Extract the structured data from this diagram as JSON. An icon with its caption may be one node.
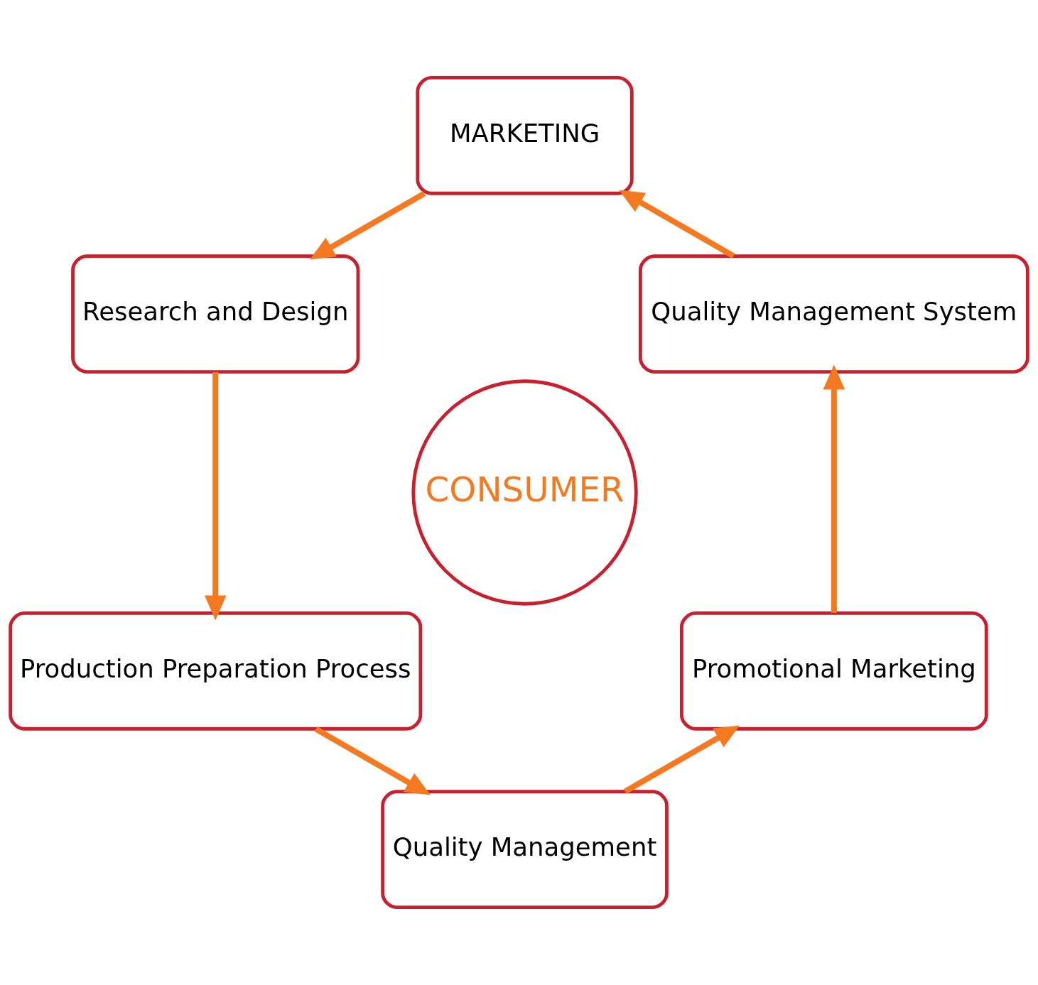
{
  "diagram": {
    "nodes": [
      {
        "text": [
          "CONSUMER"
        ]
      },
      {
        "text": [
          "Quality Management System"
        ]
      },
      {
        "text": [
          "MARKETING"
        ]
      },
      {
        "text": [
          "Research and Design"
        ]
      },
      {
        "text": [
          "Production Preparation Process"
        ]
      },
      {
        "text": [
          "Quality Management"
        ]
      },
      {
        "text": [
          "Promotional Marketing"
        ]
      }
    ],
    "edges": [
      {
        "from": 1,
        "to": 2,
        "arrow": "to"
      },
      {
        "from": 2,
        "to": 3,
        "arrow": "to"
      },
      {
        "from": 3,
        "to": 4,
        "arrow": "to"
      },
      {
        "from": 4,
        "to": 5,
        "arrow": "to"
      },
      {
        "from": 5,
        "to": 6,
        "arrow": "to"
      },
      {
        "from": 6,
        "to": 1,
        "arrow": "to"
      }
    ]
  }
}
